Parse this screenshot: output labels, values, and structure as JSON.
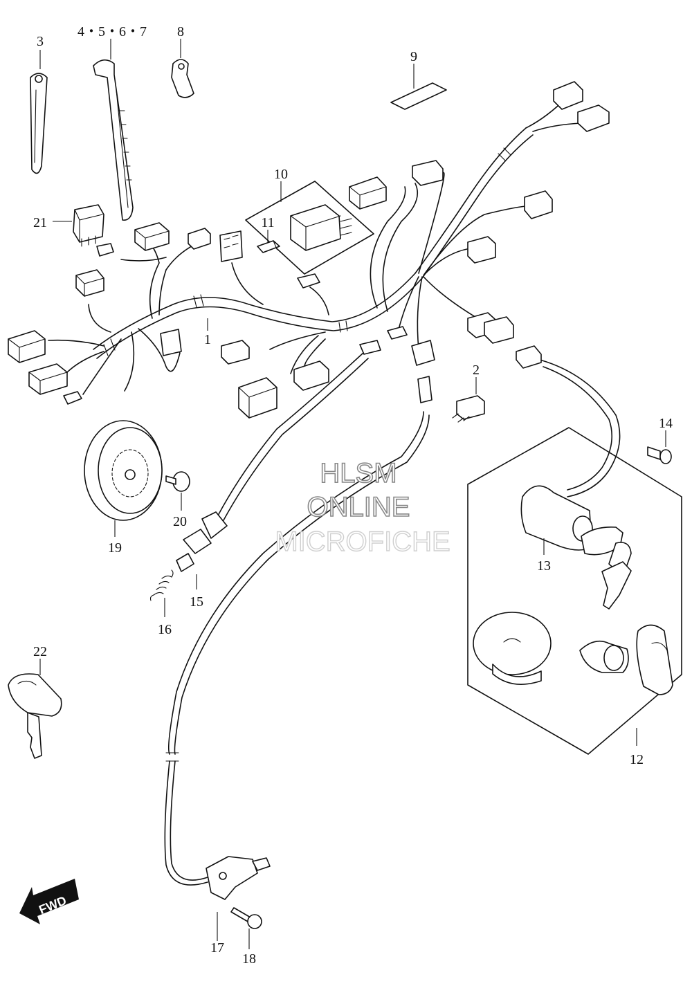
{
  "callouts": {
    "c1": "1",
    "c2": "2",
    "c3": "3",
    "c4567": "4・5・6・7",
    "c8": "8",
    "c9": "9",
    "c10": "10",
    "c11": "11",
    "c12": "12",
    "c13": "13",
    "c14": "14",
    "c15": "15",
    "c16": "16",
    "c17": "17",
    "c18": "18",
    "c19": "19",
    "c20": "20",
    "c21": "21",
    "c22": "22"
  },
  "watermark": {
    "line1": "HLSM",
    "line2": "ONLINE",
    "line3": "MICROFICHE"
  },
  "fwd_label": "FWD"
}
